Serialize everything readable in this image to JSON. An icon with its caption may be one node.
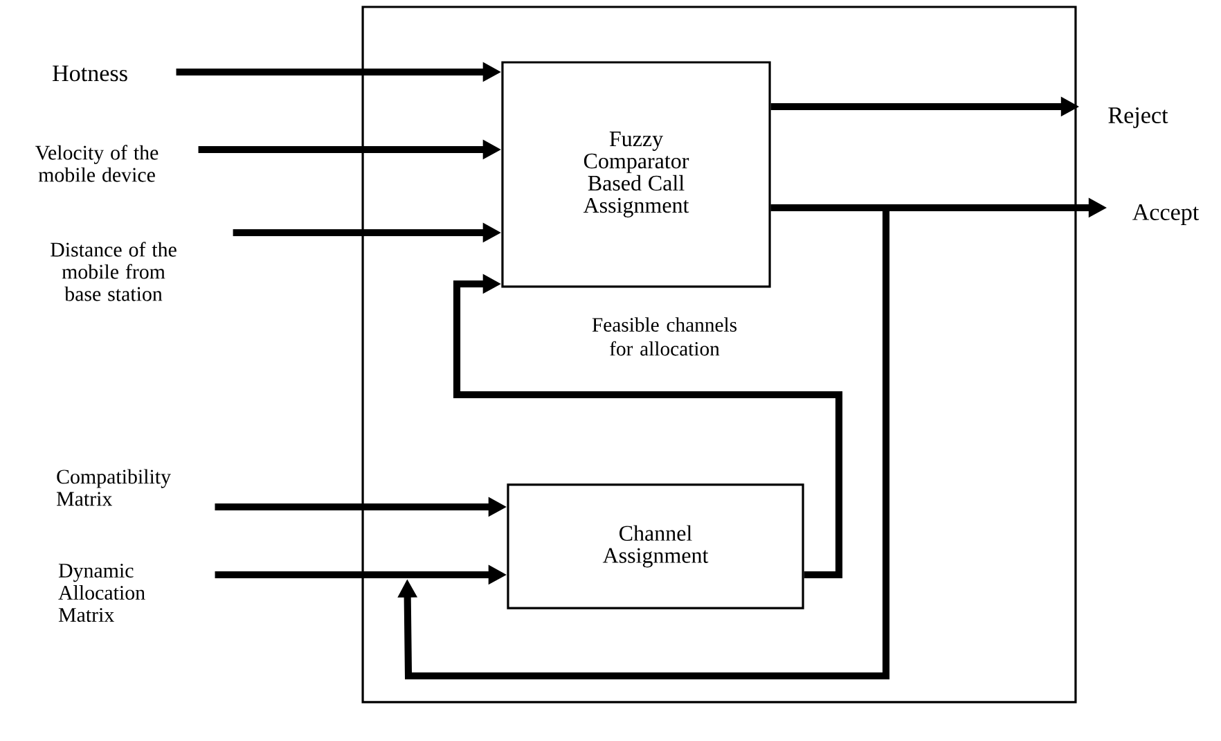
{
  "diagram": {
    "nodes": [
      {
        "text": [],
        "shape": "box"
      },
      {
        "text": [
          "Fuzzy Comparator Based Call Assignment"
        ],
        "in": 0
      },
      {
        "text": [
          "Channel Assignment"
        ],
        "in": 0
      },
      {
        "text": [
          "Hotness"
        ]
      },
      {
        "text": [
          "Velocity of the mobile device"
        ]
      },
      {
        "text": [
          "Distance of the mobile from base station"
        ]
      },
      {
        "text": [
          "Reject"
        ]
      },
      {
        "text": [
          "Accept"
        ]
      },
      {
        "text": [
          "Compatibility Matrix"
        ]
      },
      {
        "text": [
          "Dynamic Allocation Matrix"
        ]
      }
    ],
    "edges": [
      {
        "from": 3,
        "to": 1,
        "arrow": "to"
      },
      {
        "from": 4,
        "to": 1,
        "arrow": "to"
      },
      {
        "from": 5,
        "to": 1,
        "arrow": "to"
      },
      {
        "from": 1,
        "to": 6,
        "arrow": "to"
      },
      {
        "from": 1,
        "to": 7,
        "arrow": "to"
      },
      {
        "from": 8,
        "to": 2,
        "arrow": "to"
      },
      {
        "from": 9,
        "to": 2,
        "arrow": "to"
      },
      {
        "from": 2,
        "to": 1,
        "arrow": "to"
      },
      {
        "from": 1,
        "to": 2,
        "arrow": "to"
      }
    ],
    "labels": [
      "Feasible channels for allocation"
    ]
  }
}
